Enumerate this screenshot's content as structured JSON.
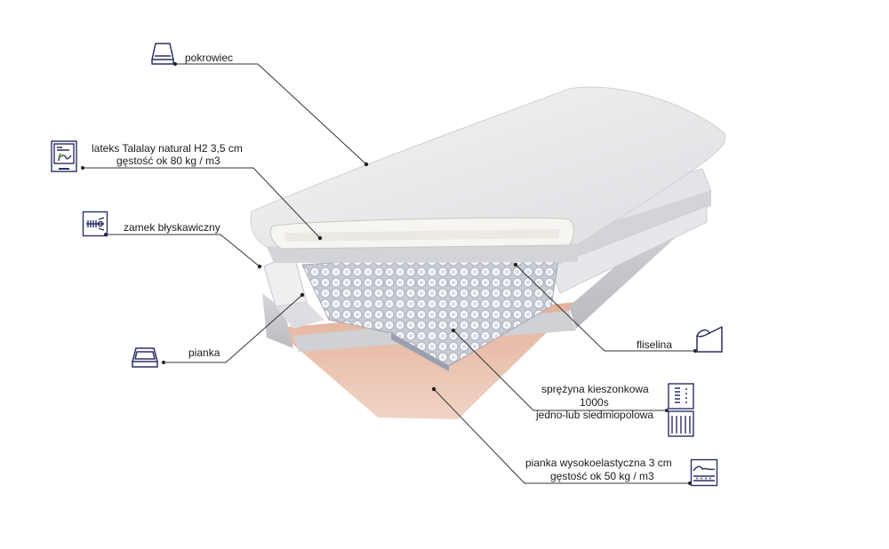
{
  "labels": {
    "cover": "pokrowiec",
    "latex_line1": "lateks Talalay natural H2 3,5 cm",
    "latex_line2": "gęstość ok 80 kg / m3",
    "zipper": "zamek błyskawiczny",
    "foam": "pianka",
    "fleece": "fliselina",
    "spring_line1": "sprężyna kieszonkowa",
    "spring_line2": "1000s",
    "spring_line3": "jedno-lub siedmiopolowa",
    "hr_foam_line1": "pianka wysokoelastyczna 3 cm",
    "hr_foam_line2": "gęstość ok 50 kg / m3"
  },
  "icons": {
    "cover": "mattress-cover-icon",
    "latex": "latex-certificate-icon",
    "zipper": "zipper-icon",
    "foam": "foam-layer-icon",
    "fleece": "fleece-fabric-icon",
    "spring": "pocket-spring-icon",
    "hr_foam": "hr-foam-icon"
  },
  "colors": {
    "icon_stroke": "#2c2f63",
    "leader_line": "#333333",
    "fabric": "#e6e7e9",
    "foam_pink": "#e9c1ad"
  }
}
